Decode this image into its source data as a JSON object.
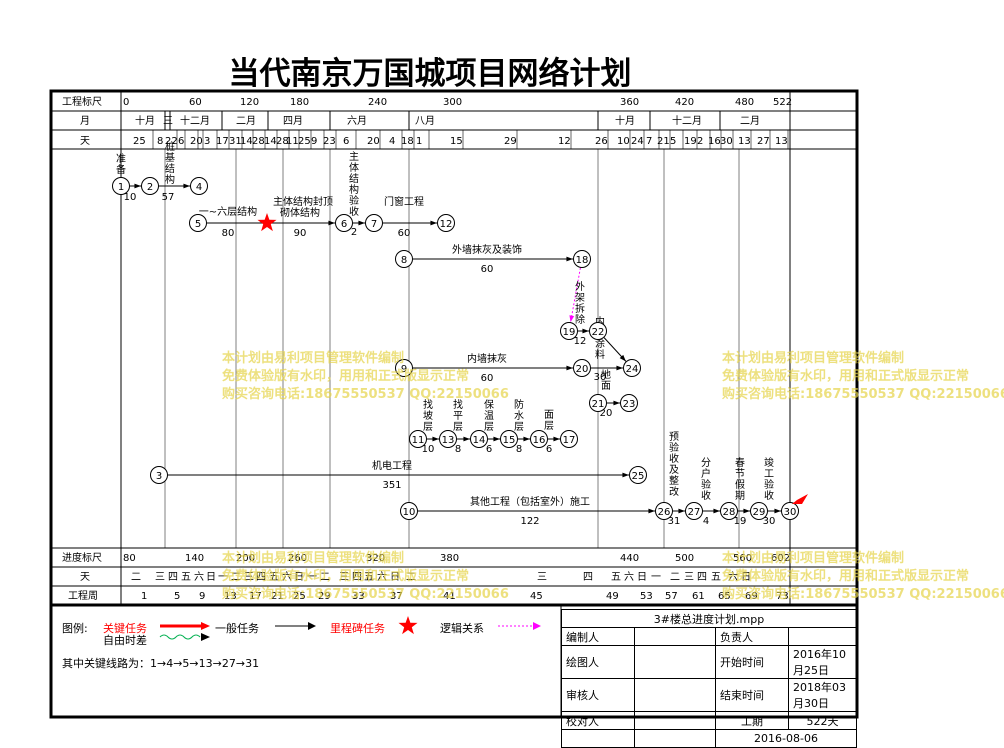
{
  "title": "当代南京万国城项目网络计划",
  "scale": {
    "label": "工程标尺",
    "ticks": [
      "0",
      "60",
      "120",
      "180",
      "240",
      "300",
      "360",
      "420",
      "480",
      "522"
    ]
  },
  "month_row": {
    "label": "月",
    "items": [
      "十月",
      "三",
      "十二月",
      "二月",
      "四月",
      "六月",
      "八月",
      "十月",
      "十二月",
      "二月"
    ]
  },
  "day_row": {
    "label": "天",
    "items": [
      "25",
      "8",
      "22",
      "6",
      "20",
      "3",
      "17",
      "31",
      "14",
      "28",
      "14",
      "28",
      "11",
      "25",
      "9",
      "23",
      "6",
      "20",
      "4",
      "18",
      "1",
      "15",
      "29",
      "12",
      "26",
      "10",
      "24",
      "7",
      "21",
      "5",
      "19",
      "2",
      "16",
      "30",
      "13",
      "27",
      "13"
    ]
  },
  "progress_scale": {
    "label": "进度标尺",
    "ticks": [
      "80",
      "140",
      "200",
      "260",
      "320",
      "380",
      "440",
      "500",
      "560",
      "602"
    ]
  },
  "weekday_row": {
    "label": "天",
    "items": [
      "二",
      "三",
      "四",
      "五",
      "六",
      "日",
      "一",
      "二",
      "三",
      "四",
      "五",
      "六",
      "日",
      "一",
      "二",
      "三",
      "四",
      "五",
      "六",
      "日",
      "二",
      "三",
      "四",
      "五",
      "六",
      "日",
      "一",
      "二",
      "三",
      "四",
      "五",
      "六",
      "日"
    ]
  },
  "week_row": {
    "label": "工程周",
    "items": [
      "1",
      "5",
      "9",
      "13",
      "17",
      "21",
      "25",
      "29",
      "33",
      "37",
      "41",
      "45",
      "49",
      "53",
      "57",
      "61",
      "65",
      "69",
      "73"
    ]
  },
  "nodes": [
    "1",
    "2",
    "4",
    "5",
    "6",
    "7",
    "12",
    "8",
    "18",
    "19",
    "22",
    "24",
    "9",
    "20",
    "23",
    "11",
    "13",
    "14",
    "15",
    "16",
    "17",
    "3",
    "25",
    "10",
    "26",
    "27",
    "28",
    "29",
    "30",
    "21"
  ],
  "tasks": [
    {
      "name": "准备",
      "days": "10"
    },
    {
      "name": "桩基结构",
      "days": "57"
    },
    {
      "name": "一~六层结构",
      "days": "80"
    },
    {
      "name": "主体结构封顶",
      "days": ""
    },
    {
      "name": "砌体结构",
      "days": "90"
    },
    {
      "name": "主体结构验收",
      "days": "2"
    },
    {
      "name": "门窗工程",
      "days": "60"
    },
    {
      "name": "外墙抹灰及装饰",
      "days": "60"
    },
    {
      "name": "外架拆除",
      "days": "12"
    },
    {
      "name": "内墙抹灰",
      "days": "60"
    },
    {
      "name": "内墙涂料",
      "days": "30"
    },
    {
      "name": "地面",
      "days": "20"
    },
    {
      "name": "找坡层",
      "days": "10"
    },
    {
      "name": "找平层",
      "days": "8"
    },
    {
      "name": "保温层",
      "days": "6"
    },
    {
      "name": "防水层",
      "days": "8"
    },
    {
      "name": "面层",
      "days": "6"
    },
    {
      "name": "机电工程",
      "days": "351"
    },
    {
      "name": "其他工程（包括室外）施工",
      "days": "122"
    },
    {
      "name": "预验收及整改",
      "days": "31"
    },
    {
      "name": "分户验收",
      "days": "4"
    },
    {
      "name": "春节假期",
      "days": "19"
    },
    {
      "name": "竣工验收",
      "days": "30"
    }
  ],
  "watermark": {
    "line1": "本计划由易利项目管理软件编制",
    "line2": "免费体验版有水印，用用和正式版显示正常",
    "line3": "购买咨询电话:18675550537 QQ:22150066"
  },
  "legend": {
    "label": "图例:",
    "critical": "关键任务",
    "free_float": "自由时差",
    "normal": "一般任务",
    "milestone": "里程碑任务",
    "logic": "逻辑关系",
    "critical_path": "其中关键线路为：1→4→5→13→27→31"
  },
  "info": {
    "file": "3#楼总进度计划.mpp",
    "editor_label": "编制人",
    "owner_label": "负责人",
    "drawer_label": "绘图人",
    "start_label": "开始时间",
    "start_value": "2016年10月25日",
    "reviewer_label": "审核人",
    "end_label": "结束时间",
    "end_value": "2018年03月30日",
    "checker_label": "校对人",
    "duration_label": "工期",
    "duration_value": "522天",
    "date": "2016-08-06"
  },
  "colors": {
    "critical": "#ff0000",
    "free_float": "#00b050",
    "logic": "#ff00ff",
    "milestone": "#ff0000",
    "watermark": "#e6d44a"
  }
}
